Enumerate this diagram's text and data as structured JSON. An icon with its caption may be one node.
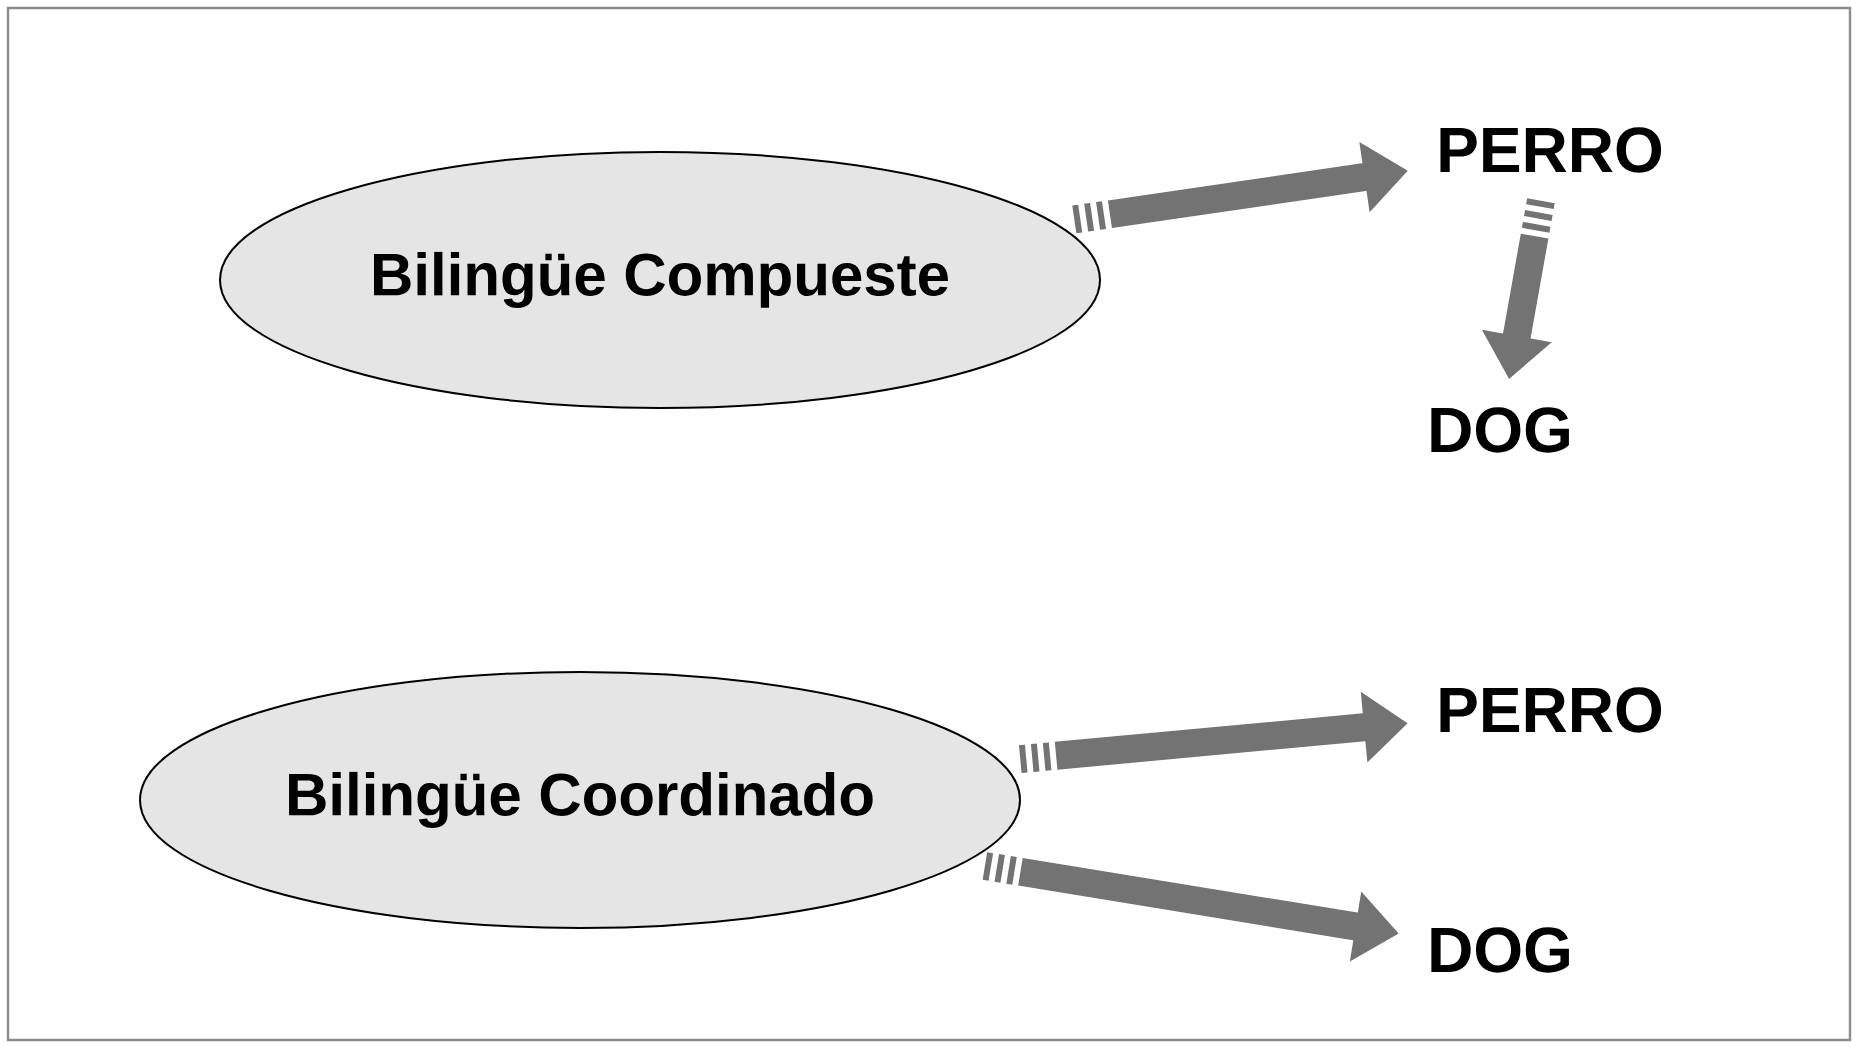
{
  "diagram": {
    "nodes": [
      {
        "text": [
          "Bilingüe Compueste"
        ]
      },
      {
        "text": [
          "PERRO"
        ]
      },
      {
        "text": [
          "DOG"
        ]
      },
      {
        "text": [
          "Bilingüe Coordinado"
        ]
      },
      {
        "text": [
          "PERRO"
        ]
      },
      {
        "text": [
          "DOG"
        ]
      }
    ],
    "edges": [
      {
        "from": 0,
        "to": 1,
        "arrow": "to"
      },
      {
        "from": 1,
        "to": 2,
        "arrow": "to"
      },
      {
        "from": 3,
        "to": 4,
        "arrow": "to"
      },
      {
        "from": 3,
        "to": 5,
        "arrow": "to"
      }
    ]
  }
}
